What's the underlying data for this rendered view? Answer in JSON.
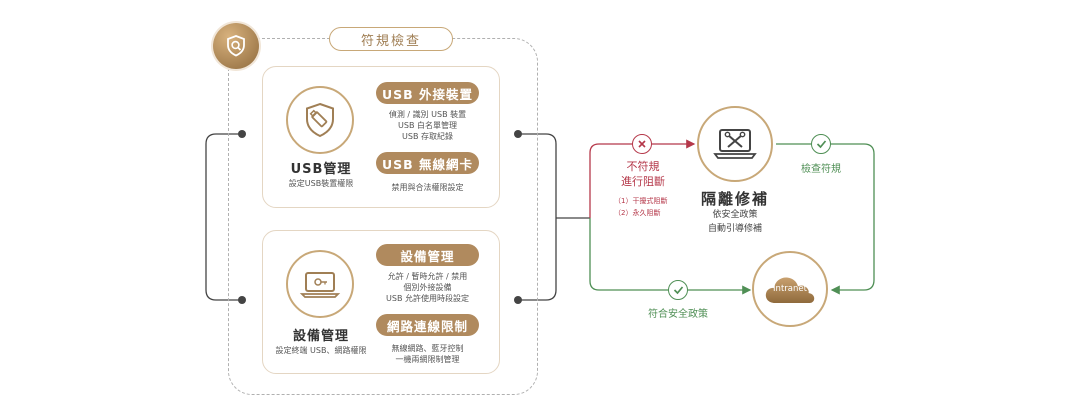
{
  "compliance": {
    "title": "符規檢查",
    "badge_icon": "shield-search-icon"
  },
  "usb_panel": {
    "icon": "shield-usb-icon",
    "title": "USB管理",
    "subtitle": "設定USB裝置權限",
    "sections": [
      {
        "label": "USB 外接裝置",
        "lines": [
          "偵測 / 識別 USB 裝置",
          "USB 白名單管理",
          "USB 存取紀錄"
        ]
      },
      {
        "label": "USB 無線網卡",
        "lines": [
          "禁用與合法權限設定"
        ]
      }
    ]
  },
  "device_panel": {
    "icon": "laptop-device-icon",
    "title": "設備管理",
    "subtitle": "設定終端 USB、網路權限",
    "sections": [
      {
        "label": "設備管理",
        "lines": [
          "允許 / 暫時允許 / 禁用",
          "個別外接設備",
          "USB 允許使用時段設定"
        ]
      },
      {
        "label": "網路連線限制",
        "lines": [
          "無線網路、藍牙控制",
          "一機兩網限制管理"
        ]
      }
    ]
  },
  "flow": {
    "noncompliant": {
      "icon": "x-circle-icon",
      "title_line1": "不符規",
      "title_line2": "進行阻斷",
      "notes": [
        "（1）干擾式阻斷",
        "（2）永久阻斷"
      ]
    },
    "remediation": {
      "icon": "laptop-tools-icon",
      "title": "隔離修補",
      "lines": [
        "依安全政策",
        "自動引導修補"
      ]
    },
    "check_compliant": {
      "icon": "check-circle-icon",
      "label": "檢查符規"
    },
    "policy_compliant": {
      "icon": "check-circle-icon",
      "label": "符合安全政策"
    },
    "intranet": {
      "icon": "cloud-icon",
      "label": "Intranet"
    }
  },
  "colors": {
    "gold": "#b08a5e",
    "gold_border": "#c8a878",
    "red": "#b5384a",
    "green": "#4f8f55"
  }
}
